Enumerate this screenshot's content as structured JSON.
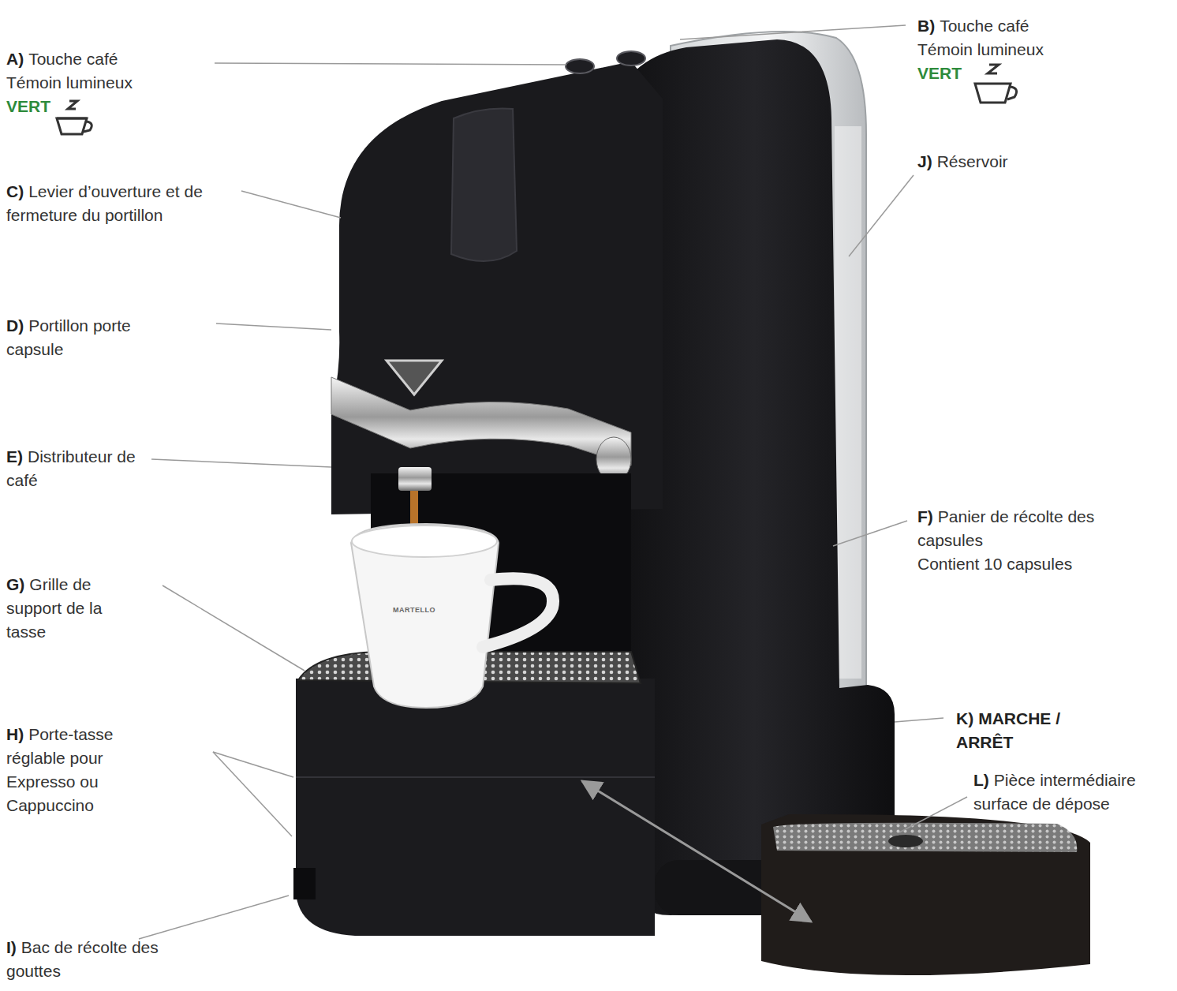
{
  "diagram": {
    "labels": [
      "A)",
      "Touche café",
      "Témoin lumineux",
      "VERT",
      "B)",
      "Touche café",
      "Témoin lumineux",
      "VERT",
      "C)",
      "Levier d’ouverture et de fermeture du portillon",
      "J)",
      "Réservoir",
      "D)",
      "Portillon porte capsule",
      "E)",
      "Distributeur de café",
      "F)",
      "Panier de récolte des capsules",
      "Contient 10 capsules",
      "G)",
      "Grille de support de la tasse",
      "H)",
      "Porte-tasse réglable pour Expresso ou Cappuccino",
      "K)",
      "MARCHE / ARRÊT",
      "L)",
      "Pièce intermédiaire surface de dépose",
      "I)",
      "Bac de récolte des gouttes",
      "MARTELLO"
    ]
  }
}
